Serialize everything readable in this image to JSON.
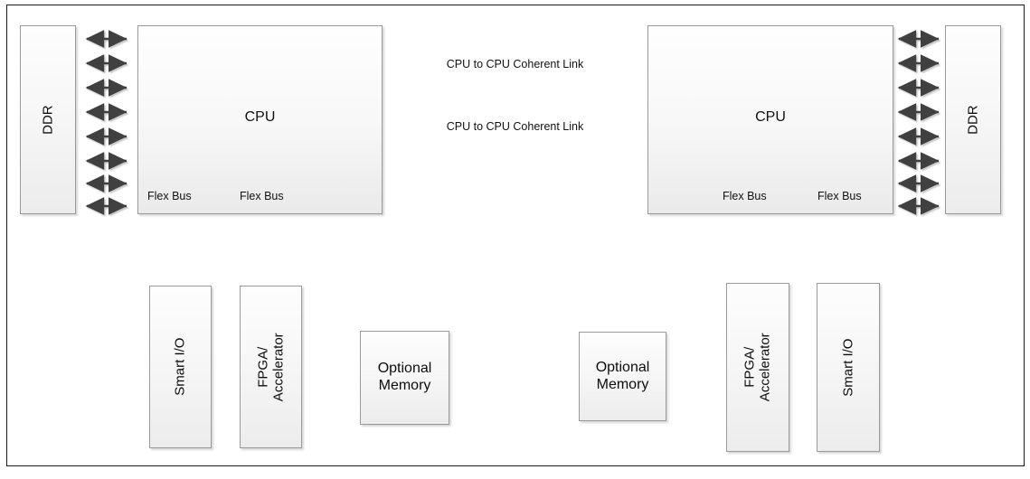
{
  "diagram": {
    "title": "Dual-CPU system block diagram with Flex Bus attached accelerators",
    "colors": {
      "frame_border": "#1a1a1a",
      "box_border": "#9a9a9a",
      "box_fill_top": "#fdfdfd",
      "box_fill_bottom": "#ececec",
      "arrow": "#3f3f3f",
      "text": "#0d0d0d"
    },
    "blocks": {
      "ddr_left": {
        "label": "DDR",
        "orientation": "vertical"
      },
      "ddr_right": {
        "label": "DDR",
        "orientation": "vertical"
      },
      "cpu_left": {
        "label": "CPU"
      },
      "cpu_right": {
        "label": "CPU"
      },
      "smart_io_left": {
        "label": "Smart I/O",
        "orientation": "vertical"
      },
      "smart_io_right": {
        "label": "Smart I/O",
        "orientation": "vertical"
      },
      "fpga_left": {
        "label": "FPGA/\nAccelerator",
        "orientation": "vertical"
      },
      "fpga_right": {
        "label": "FPGA/\nAccelerator",
        "orientation": "vertical"
      },
      "optional_memory_left": {
        "label": "Optional\nMemory"
      },
      "optional_memory_right": {
        "label": "Optional\nMemory"
      }
    },
    "links": {
      "coherent_top": {
        "label": "CPU to CPU Coherent Link",
        "style": "bidirectional-solid"
      },
      "coherent_bottom": {
        "label": "CPU to CPU Coherent Link",
        "style": "bidirectional-solid"
      },
      "flex_bus_labels": {
        "cpu_left_port_a": "Flex Bus",
        "cpu_left_port_b": "Flex Bus",
        "cpu_right_port_a": "Flex Bus",
        "cpu_right_port_b": "Flex Bus"
      },
      "ddr_lane_count_left": 8,
      "ddr_lane_count_right": 8,
      "optional_memory_link_style": "bidirectional-dashed"
    }
  }
}
